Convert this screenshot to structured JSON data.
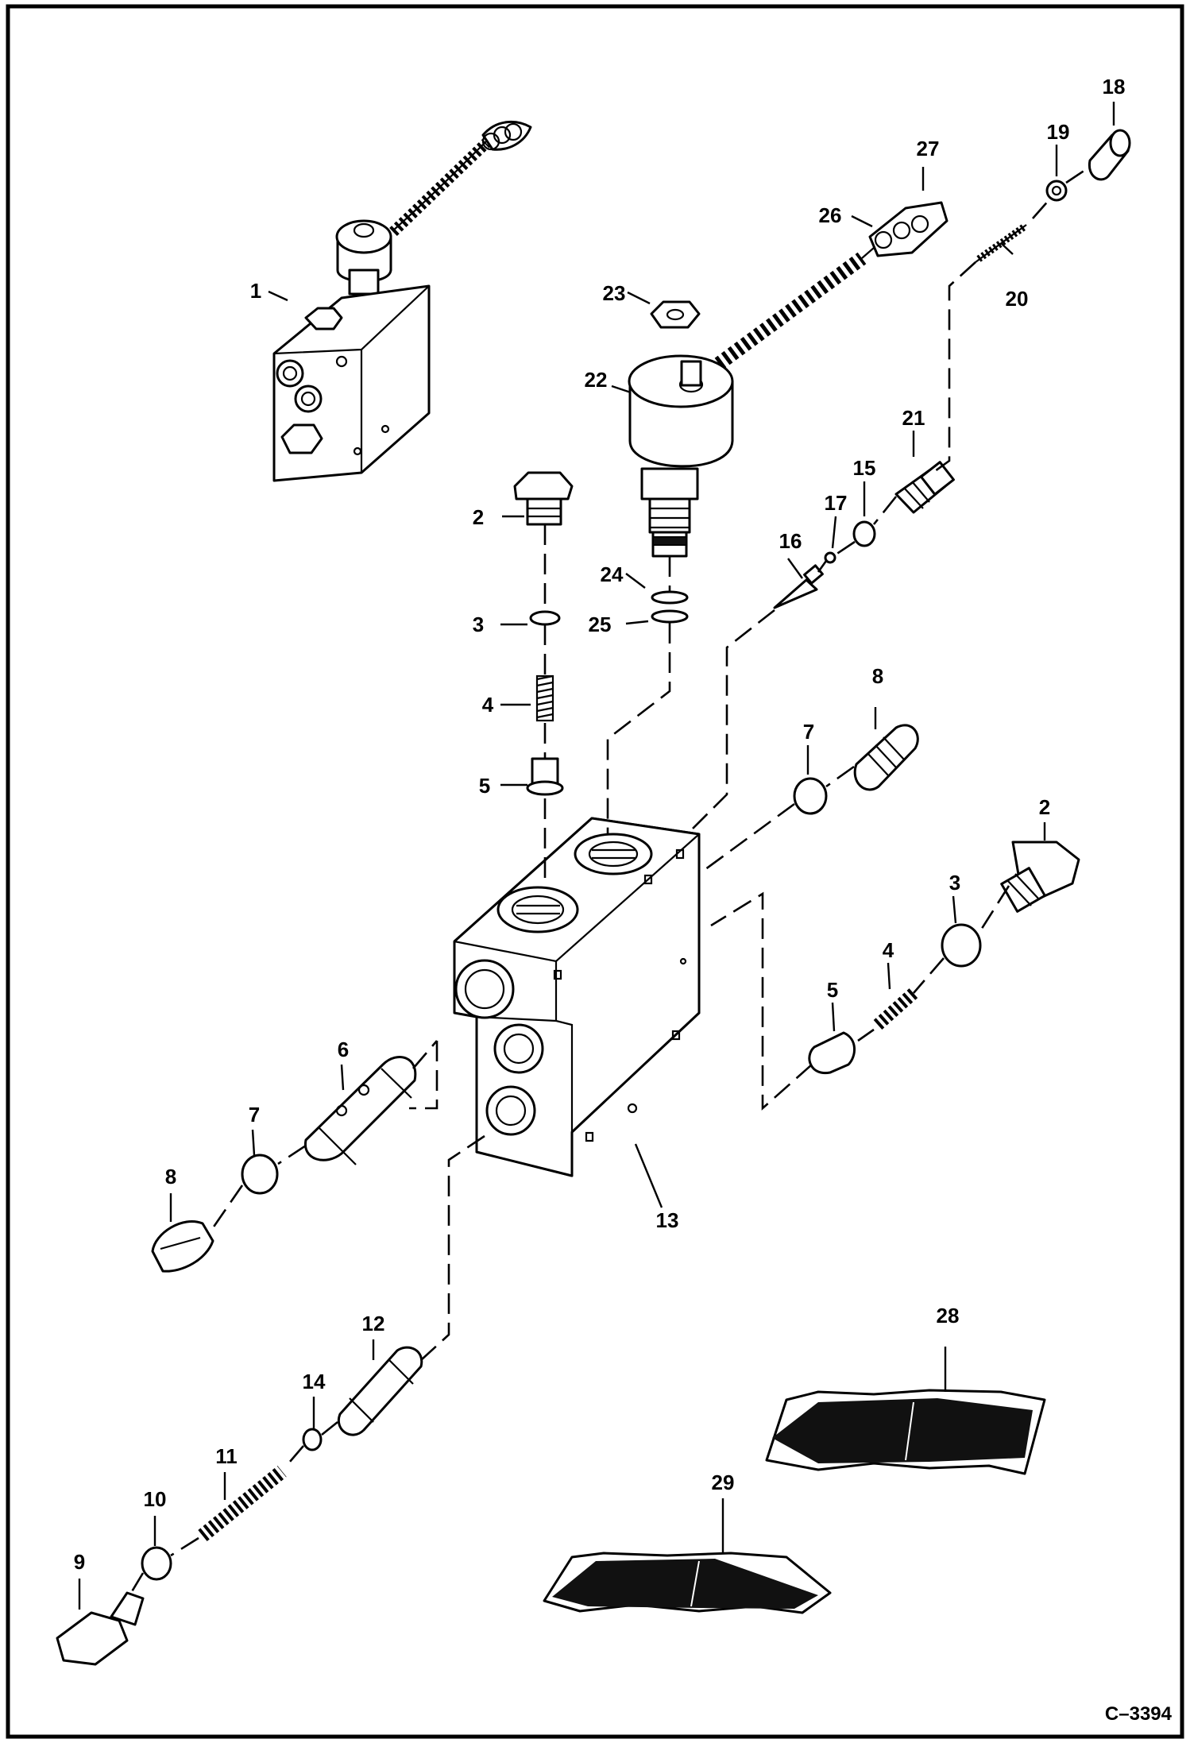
{
  "figure_id": "C–3394",
  "callouts": [
    "1",
    "2",
    "3",
    "4",
    "5",
    "6",
    "7",
    "8",
    "9",
    "10",
    "11",
    "12",
    "13",
    "14",
    "15",
    "16",
    "17",
    "18",
    "19",
    "20",
    "21",
    "22",
    "23",
    "24",
    "25",
    "26",
    "27",
    "28",
    "29",
    "2",
    "3",
    "4",
    "5",
    "7",
    "8"
  ]
}
